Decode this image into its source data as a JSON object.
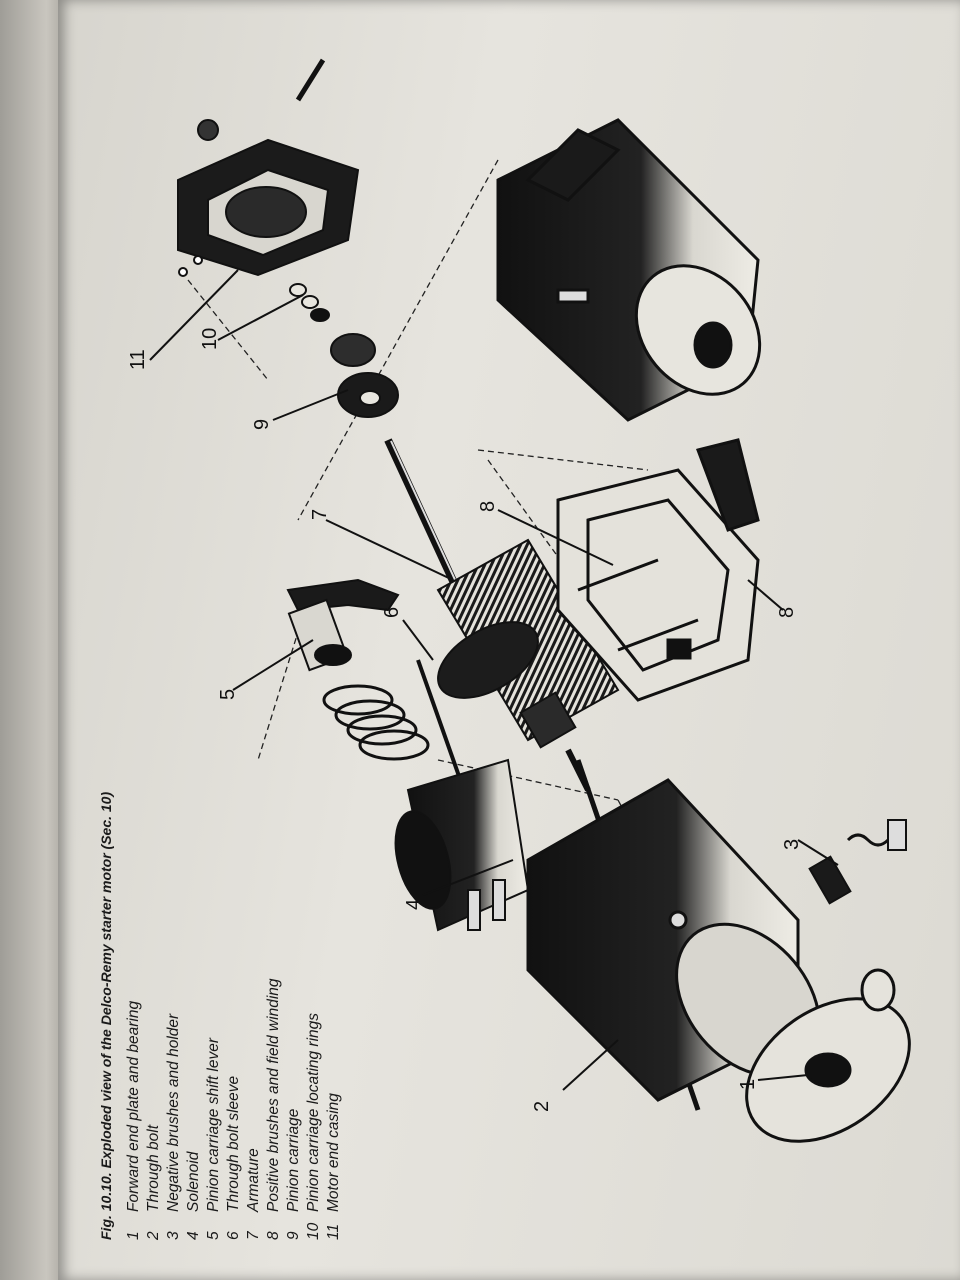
{
  "caption": {
    "title": "Fig. 10.10. Exploded view of the Delco-Remy starter motor (Sec. 10)",
    "legend": [
      {
        "num": "1",
        "label": "Forward end plate and bearing"
      },
      {
        "num": "2",
        "label": "Through bolt"
      },
      {
        "num": "3",
        "label": "Negative brushes and holder"
      },
      {
        "num": "4",
        "label": "Solenoid"
      },
      {
        "num": "5",
        "label": "Pinion carriage shift lever"
      },
      {
        "num": "6",
        "label": "Through bolt sleeve"
      },
      {
        "num": "7",
        "label": "Armature"
      },
      {
        "num": "8",
        "label": "Positive brushes and field winding"
      },
      {
        "num": "9",
        "label": "Pinion carriage"
      },
      {
        "num": "10",
        "label": "Pinion carriage locating rings"
      },
      {
        "num": "11",
        "label": "Motor end casing"
      }
    ]
  },
  "callouts": {
    "c1": "1",
    "c2": "2",
    "c3": "3",
    "c4": "4",
    "c5": "5",
    "c6": "6",
    "c7": "7",
    "c8a": "8",
    "c8b": "8",
    "c9": "9",
    "c10": "10",
    "c11": "11"
  },
  "colors": {
    "ink": "#111111",
    "paper": "#e3e1da"
  }
}
